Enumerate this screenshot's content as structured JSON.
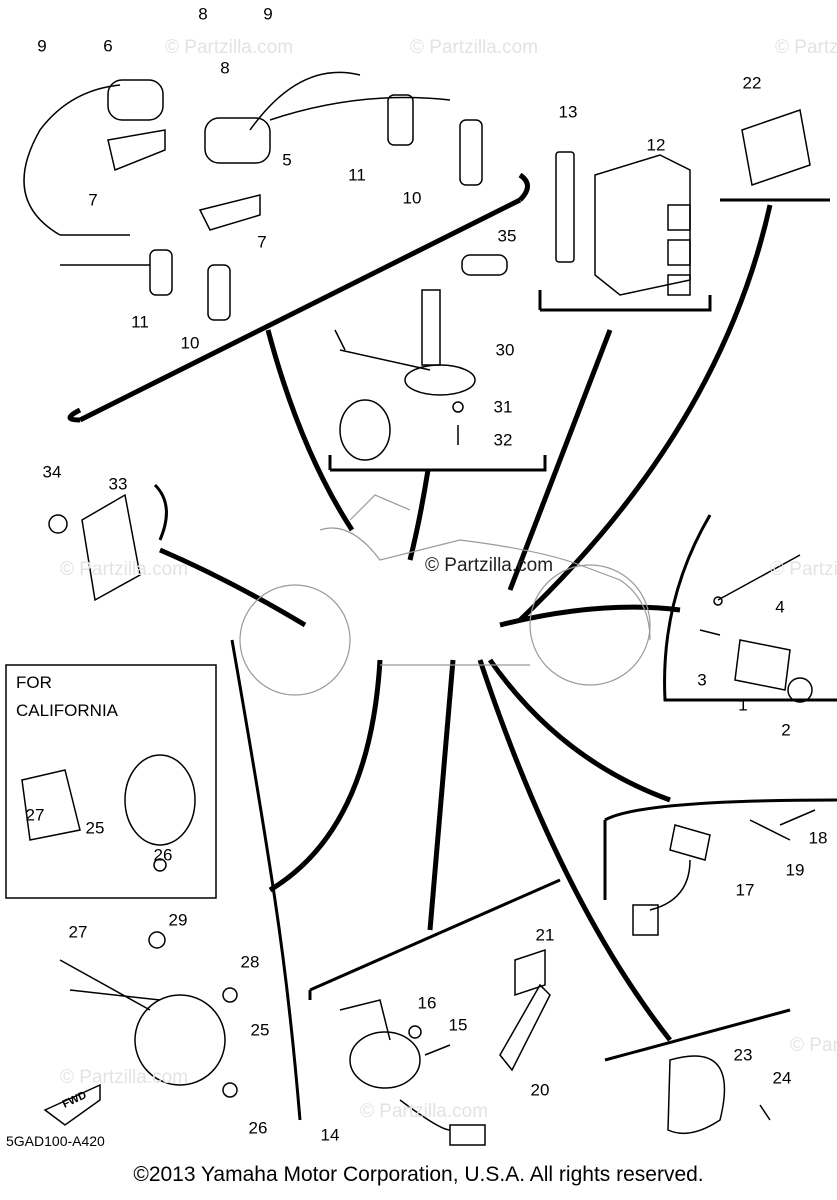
{
  "diagram": {
    "callouts": [
      "8",
      "9",
      "9",
      "6",
      "8",
      "7",
      "5",
      "7",
      "11",
      "10",
      "11",
      "10",
      "13",
      "12",
      "22",
      "35",
      "30",
      "31",
      "32",
      "34",
      "33",
      "4",
      "3",
      "1",
      "2",
      "18",
      "19",
      "17",
      "27",
      "25",
      "26",
      "29",
      "27",
      "28",
      "25",
      "26",
      "21",
      "16",
      "15",
      "20",
      "14",
      "23",
      "24"
    ],
    "california_box": {
      "line1": "FOR",
      "line2": "CALIFORNIA"
    },
    "fwd_arrow_label": "FWD",
    "watermark": "© Partzilla.com",
    "diagram_code": "5GAD100-A420",
    "copyright": "©2013 Yamaha Motor Corporation, U.S.A. All rights reserved."
  }
}
